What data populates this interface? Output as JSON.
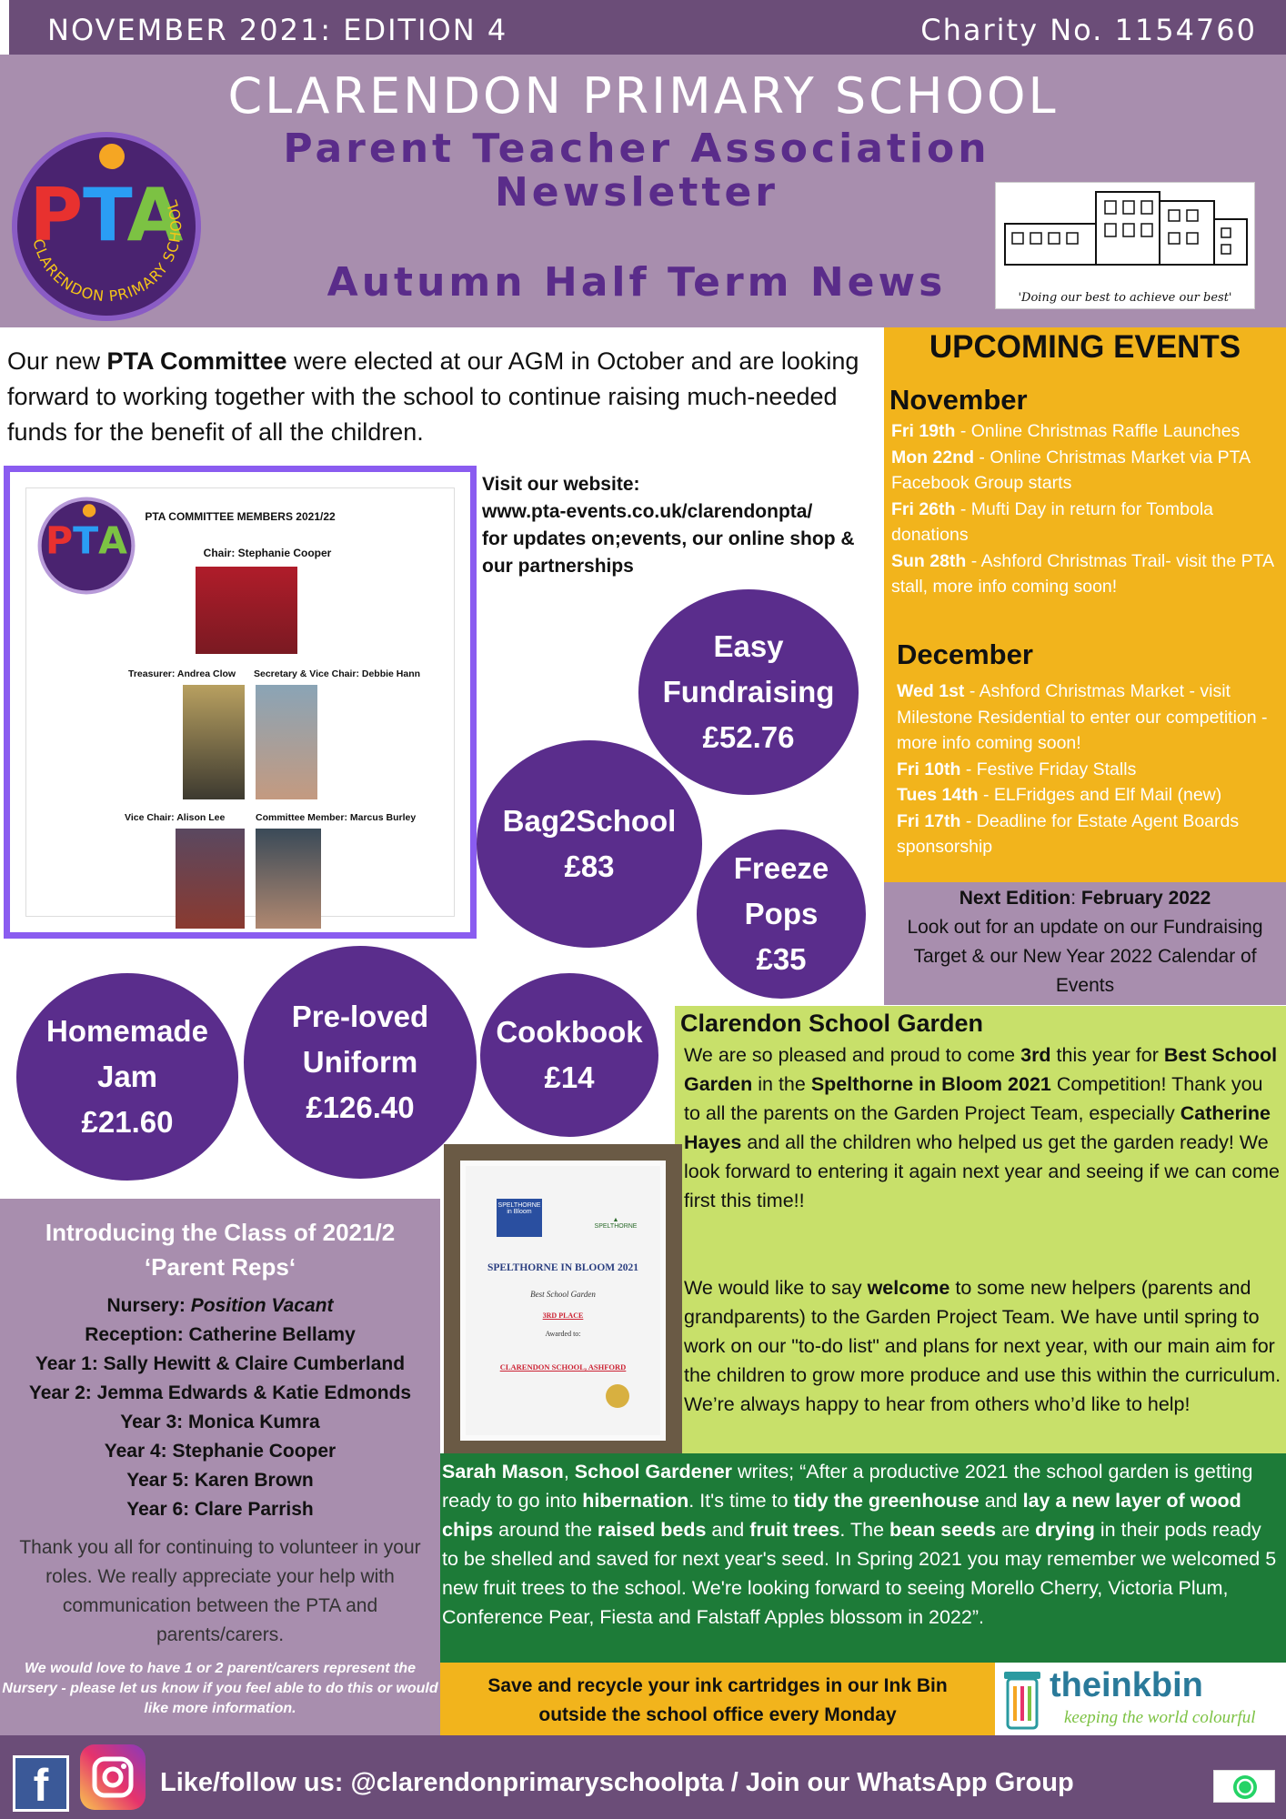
{
  "header": {
    "edition": "NOVEMBER 2021: EDITION 4",
    "charity": "Charity No. 1154760",
    "school_name": "CLARENDON PRIMARY SCHOOL",
    "pta_line1": "Parent Teacher Association",
    "pta_line2": "Newsletter",
    "subtitle": "Autumn Half Term News",
    "logo_letters": "PTA",
    "logo_ring_text": "CLARENDON PRIMARY SCHOOL",
    "building_tagline": "'Doing our best to achieve our best'"
  },
  "intro": {
    "pre": "Our new ",
    "bold": "PTA Committee",
    "post": " were elected at our AGM in October and are looking forward to working together with the school to continue raising much-needed funds for the benefit of all the children."
  },
  "committee": {
    "title": "PTA COMMITTEE MEMBERS 2021/22",
    "chair": "Chair: Stephanie Cooper",
    "treasurer": "Treasurer: Andrea Clow",
    "secretary": "Secretary & Vice Chair: Debbie Hann",
    "vice_chair": "Vice Chair: Alison Lee",
    "member": "Committee Member: Marcus Burley"
  },
  "website": {
    "line1": "Visit our website:",
    "line2": "www.pta-events.co.uk/clarendonpta/",
    "line3": "for updates on;events, our online shop & our partnerships"
  },
  "fundraising": [
    {
      "name1": "Easy",
      "name2": "Fundraising",
      "amount": "£52.76"
    },
    {
      "name1": "Bag2School",
      "name2": "",
      "amount": "£83"
    },
    {
      "name1": "Freeze",
      "name2": "Pops",
      "amount": "£35"
    },
    {
      "name1": "Homemade",
      "name2": "Jam",
      "amount": "£21.60"
    },
    {
      "name1": "Pre-loved",
      "name2": "Uniform",
      "amount": "£126.40"
    },
    {
      "name1": "Cookbook",
      "name2": "",
      "amount": "£14"
    }
  ],
  "events": {
    "title": "UPCOMING EVENTS",
    "november_label": "November",
    "november": [
      {
        "date": "Fri 19th",
        "text": " - Online Christmas Raffle Launches"
      },
      {
        "date": "Mon 22nd",
        "text": " - Online Christmas Market via PTA Facebook Group starts"
      },
      {
        "date": "Fri 26th",
        "text": " - Mufti Day in return for Tombola donations"
      },
      {
        "date": "Sun 28th",
        "text": " - Ashford Christmas Trail- visit the PTA stall, more info coming soon!"
      }
    ],
    "december_label": "December",
    "december": [
      {
        "date": "Wed 1st",
        "text": " - Ashford Christmas Market - visit Milestone Residential to enter our competition - more info coming soon!"
      },
      {
        "date": "Fri 10th",
        "text": " - Festive Friday Stalls"
      },
      {
        "date": "Tues 14th",
        "text": " - ELFridges and Elf Mail (new)"
      },
      {
        "date": "Fri 17th",
        "text": " - Deadline for Estate Agent Boards sponsorship"
      }
    ]
  },
  "next_edition": {
    "label": "Next Edition",
    "sep": ": ",
    "date": "February 2022",
    "text": "Look out for an update on our Fundraising Target & our New Year 2022 Calendar of Events"
  },
  "garden": {
    "title": "Clarendon School Garden",
    "p1_a": "We are so pleased and proud to come ",
    "p1_b": "3rd",
    "p1_c": " this year for ",
    "p1_d": "Best School Garden",
    "p1_e": " in the ",
    "p1_f": "Spelthorne in Bloom 2021",
    "p1_g": " Competition!  Thank you to all the parents on the Garden Project Team, especially ",
    "p1_h": "Catherine Hayes",
    "p1_i": " and all the children who helped us get the garden ready! We look forward to entering it again next year and seeing if we can come first this time!!",
    "p2_a": "We would like to say ",
    "p2_b": "welcome",
    "p2_c": " to some new helpers (parents and grandparents) to the Garden Project Team. We have until spring to work on our \"to-do list\" and plans for next year, with our main aim for the children to grow more produce and use this within the curriculum. We’re always happy to hear from others who’d like to help!"
  },
  "certificate": {
    "brand1": "SPELTHORNE",
    "brand2": "in Bloom",
    "brand3": "SPELTHORNE",
    "title": "SPELTHORNE IN BLOOM 2021",
    "category": "Best School Garden",
    "place": "3RD PLACE",
    "awarded": "Awarded to:",
    "winner": "CLARENDON SCHOOL, ASHFORD"
  },
  "sarah": {
    "name": "Sarah Mason",
    "c1": ", ",
    "role": "School Gardener",
    "t1": " writes; “After a productive 2021 the school garden is getting ready to go into ",
    "b1": "hibernation",
    "t2": ". It's time to ",
    "b2": "tidy the greenhouse",
    "t3": " and ",
    "b3": "lay a new layer of wood chips",
    "t4": " around the ",
    "b4": "raised beds",
    "t5": " and ",
    "b5": "fruit trees",
    "t6": ". The ",
    "b6": "bean seeds",
    "t7": " are ",
    "b7": "drying",
    "t8": " in their pods ready to be shelled and saved for next year's seed.  In Spring 2021 you may remember we welcomed 5 new fruit trees to the school. We're looking forward to seeing Morello Cherry, Victoria Plum, Conference Pear, Fiesta and Falstaff Apples blossom in 2022”."
  },
  "ink": {
    "line1": "Save and recycle your ink cartridges in our Ink Bin",
    "line2": "outside the school office every Monday",
    "logo": "theinkbin",
    "logo_tag": "keeping the world colourful"
  },
  "reps": {
    "title1": "Introducing the Class of 2021/2",
    "title2": "‘Parent Reps‘",
    "list": [
      {
        "label": "Nursery: ",
        "name": "Position Vacant",
        "italic": true
      },
      {
        "label": "Reception: ",
        "name": "Catherine Bellamy"
      },
      {
        "label": "Year 1: ",
        "name": "Sally Hewitt & Claire Cumberland"
      },
      {
        "label": "Year 2: ",
        "name": "Jemma Edwards & Katie Edmonds"
      },
      {
        "label": "Year 3: ",
        "name": "Monica Kumra"
      },
      {
        "label": "Year 4: ",
        "name": "Stephanie Cooper"
      },
      {
        "label": "Year 5: ",
        "name": "Karen Brown"
      },
      {
        "label": "Year 6: ",
        "name": "Clare Parrish"
      }
    ],
    "thanks": "Thank you all for continuing to volunteer in your roles.  We really appreciate your help with communication between the PTA and parents/carers.",
    "note": "We would love to have 1 or 2 parent/carers represent the Nursery - please let us know if you feel able to do this or would like more information."
  },
  "footer": {
    "facebook_glyph": "f",
    "text": "Like/follow us: @clarendonprimaryschoolpta  / Join our WhatsApp Group"
  },
  "colors": {
    "purple_dark": "#6b4d78",
    "lilac": "#a88eae",
    "circle_purple": "#5a2d8c",
    "events_yellow": "#f2b41c",
    "garden_green": "#c8e06a",
    "sarah_green": "#1d7b38"
  },
  "icons": [
    "pta-logo",
    "building-sketch",
    "facebook-icon",
    "instagram-icon",
    "whatsapp-icon",
    "inkbin-logo"
  ]
}
